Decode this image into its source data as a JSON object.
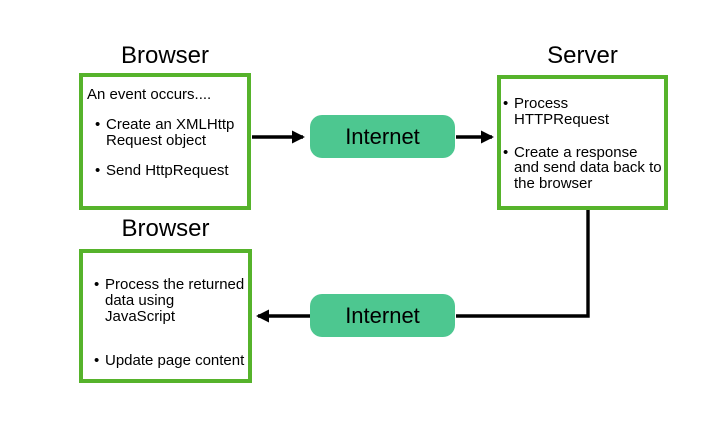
{
  "colors": {
    "box_border": "#56b32b",
    "internet_fill": "#4dc790",
    "line_color": "#000000",
    "text_color": "#000000",
    "background": "#ffffff"
  },
  "nodes": {
    "browser_top": {
      "title": "Browser",
      "intro": "An event occurs....",
      "bullets": [
        "Create an XMLHttp Request object",
        "Send HttpRequest"
      ]
    },
    "internet_top": {
      "label": "Internet"
    },
    "server": {
      "title": "Server",
      "bullets": [
        "Process HTTPRequest",
        "Create a response and send data back to the browser"
      ]
    },
    "internet_bottom": {
      "label": "Internet"
    },
    "browser_bottom": {
      "title": "Browser",
      "bullets": [
        "Process the returned data using JavaScript",
        "Update page content"
      ]
    }
  }
}
